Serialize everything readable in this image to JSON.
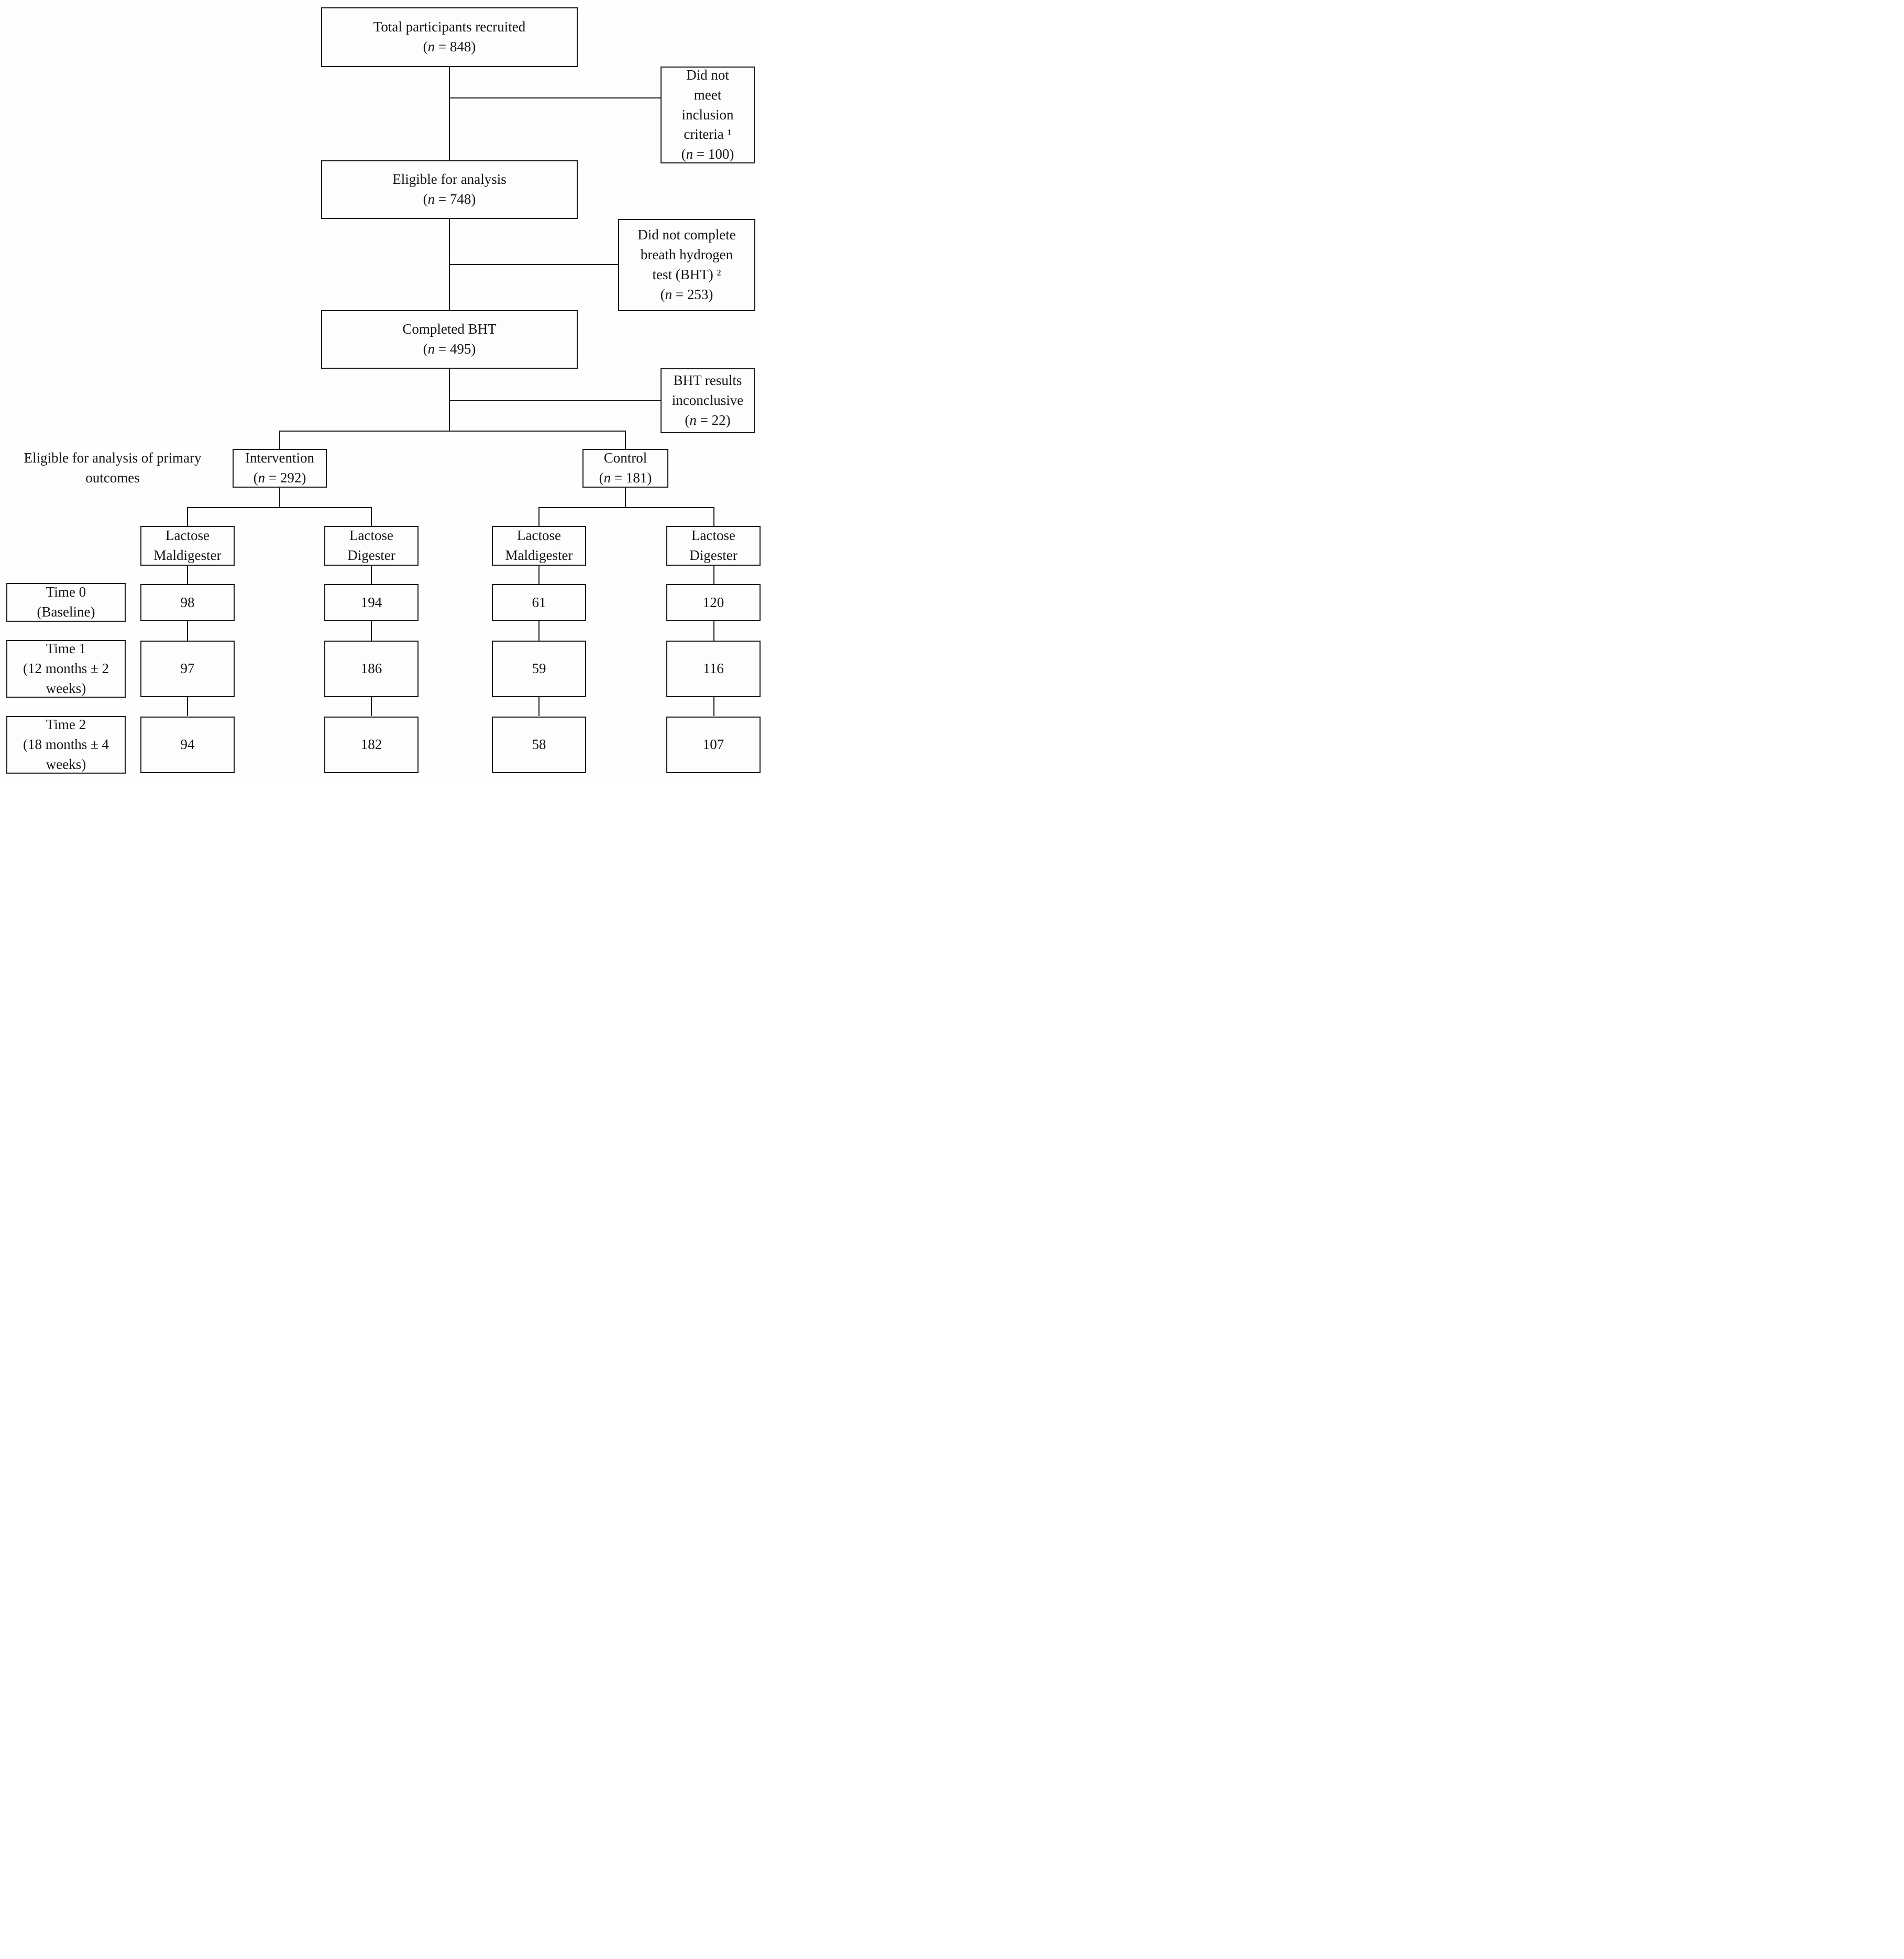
{
  "flow": {
    "total": [
      "Total participants recruited",
      "(n = 848)"
    ],
    "not_meet_criteria": [
      "Did not",
      "meet",
      "inclusion",
      "criteria ¹",
      "(n = 100)"
    ],
    "eligible": [
      "Eligible for analysis",
      "(n = 748)"
    ],
    "no_bht": [
      "Did not complete",
      "breath hydrogen",
      "test (BHT) ²",
      "(n = 253)"
    ],
    "completed_bht": [
      "Completed BHT",
      "(n = 495)"
    ],
    "inconclusive": [
      "BHT results",
      "inconclusive",
      "(n = 22)"
    ],
    "primary_outcomes_label": [
      "Eligible for analysis of primary",
      "outcomes"
    ],
    "intervention": [
      "Intervention",
      "(n = 292)"
    ],
    "control": [
      "Control",
      "(n = 181)"
    ]
  },
  "table": {
    "column_headers": [
      [
        "Lactose",
        "Maldigester"
      ],
      [
        "Lactose",
        "Digester"
      ],
      [
        "Lactose",
        "Maldigester"
      ],
      [
        "Lactose",
        "Digester"
      ]
    ],
    "rows": [
      {
        "label": [
          "Time 0",
          "(Baseline)"
        ],
        "values": [
          "98",
          "194",
          "61",
          "120"
        ]
      },
      {
        "label": [
          "Time 1",
          "(12 months ± 2",
          "weeks)"
        ],
        "values": [
          "97",
          "186",
          "59",
          "116"
        ]
      },
      {
        "label": [
          "Time 2",
          "(18 months ± 4",
          "weeks)"
        ],
        "values": [
          "94",
          "182",
          "58",
          "107"
        ]
      }
    ]
  }
}
